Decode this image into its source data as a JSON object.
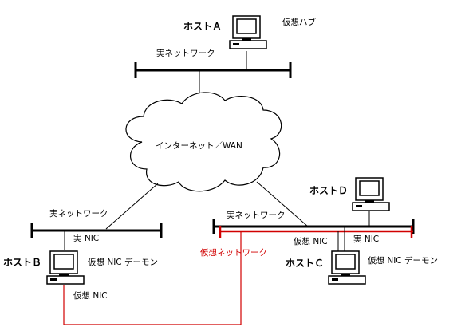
{
  "labels": {
    "host_a": "ホストＡ",
    "host_b": "ホストＢ",
    "host_c": "ホストＣ",
    "host_d": "ホストＤ",
    "virtual_hub": "仮想ハブ",
    "internet": "インターネット／WAN",
    "real_network_top": "実ネットワーク",
    "real_network_left": "実ネットワーク",
    "real_network_right": "実ネットワーク",
    "real_nic_b": "実 NIC",
    "real_nic_c": "実 NIC",
    "virtual_nic_b": "仮想 NIC",
    "virtual_nic_c": "仮想 NIC",
    "virtual_nic_daemon_b": "仮想 NIC デーモン",
    "virtual_nic_daemon_c": "仮想 NIC デーモン",
    "virtual_network": "仮想ネットワーク"
  },
  "colors": {
    "line": "#000000",
    "virtual_network": "#d10000",
    "monitor_fill": "#ffffff"
  },
  "icons": {
    "computer": "computer-icon",
    "cloud": "cloud-shape"
  }
}
